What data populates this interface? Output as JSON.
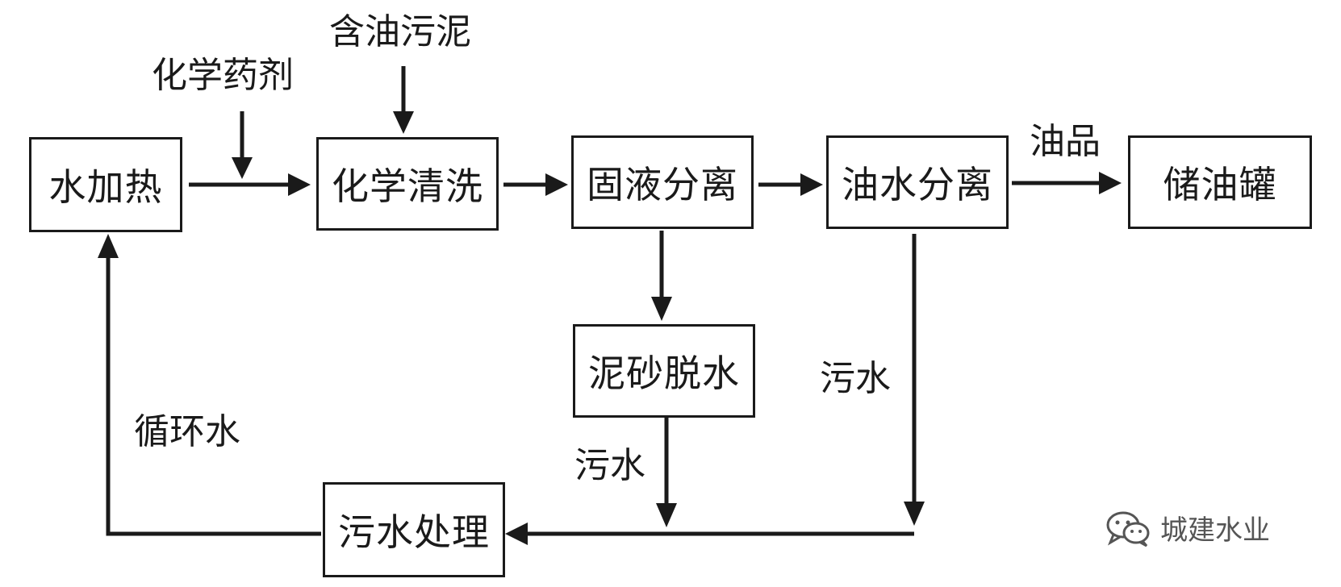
{
  "nodes": {
    "water_heating": "水加热",
    "chemical_cleaning": "化学清洗",
    "solid_liquid_separation": "固液分离",
    "oil_water_separation": "油水分离",
    "oil_storage_tank": "储油罐",
    "sludge_sand_dewatering": "泥砂脱水",
    "wastewater_treatment": "污水处理"
  },
  "edge_labels": {
    "chemical_agent": "化学药剂",
    "oily_sludge": "含油污泥",
    "oil_product": "油品",
    "wastewater_right": "污水",
    "wastewater_middle": "污水",
    "circulating_water": "循环水"
  },
  "watermark": {
    "icon": "wechat-icon",
    "text": "城建水业"
  },
  "colors": {
    "line": "#1a1a1a",
    "watermark": "#555555"
  }
}
